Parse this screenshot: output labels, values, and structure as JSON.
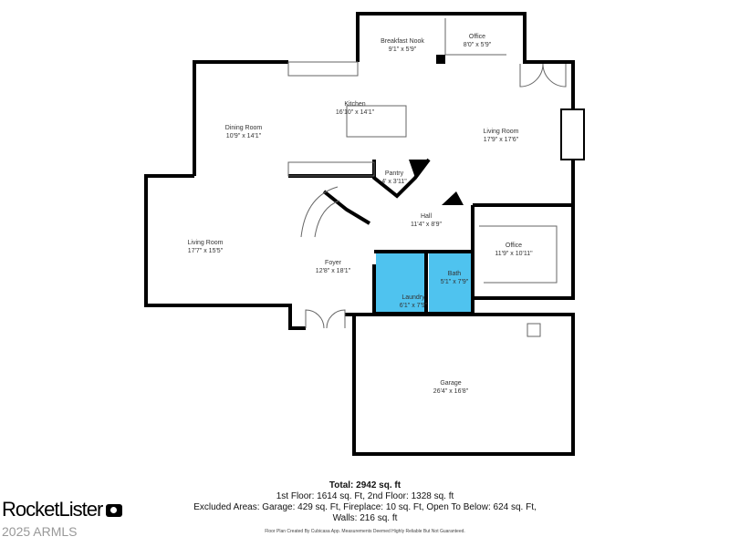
{
  "rooms": [
    {
      "name": "Breakfast Nook",
      "dims": "9'1\" x 5'9\""
    },
    {
      "name": "Office",
      "dims": "8'0\" x 5'9\""
    },
    {
      "name": "Kitchen",
      "dims": "16'10\" x 14'1\""
    },
    {
      "name": "Dining Room",
      "dims": "10'9\" x 14'1\""
    },
    {
      "name": "Living Room",
      "dims": "17'9\" x 17'6\""
    },
    {
      "name": "Pantry",
      "dims": "4' x 3'11\""
    },
    {
      "name": "Hall",
      "dims": "11'4\" x 8'9\""
    },
    {
      "name": "Living Room",
      "dims": "17'7\" x 15'5\""
    },
    {
      "name": "Foyer",
      "dims": "12'8\" x 18'1\""
    },
    {
      "name": "Office",
      "dims": "11'9\" x 10'11\""
    },
    {
      "name": "Bath",
      "dims": "5'1\" x 7'9\""
    },
    {
      "name": "Laundry",
      "dims": "6'1\" x 7'9\""
    },
    {
      "name": "Garage",
      "dims": "26'4\" x 16'8\""
    }
  ],
  "summary": {
    "total": "Total: 2942 sq. ft",
    "floors": "1st Floor: 1614 sq. Ft, 2nd Floor: 1328 sq. ft",
    "excluded": "Excluded Areas: Garage: 429 sq. Ft, Fireplace: 10 sq. Ft, Open To Below: 624 sq. Ft,",
    "walls": "Walls: 216 sq. ft",
    "credit": "Floor Plan Created By Cubicasa App. Measurements Deemed Highly Reliable But Not Guaranteed."
  },
  "branding": {
    "logo": "RocketLister",
    "watermark": "2025 ARMLS"
  },
  "colors": {
    "wet_room": "#4fc3ef",
    "wall": "#000000"
  }
}
